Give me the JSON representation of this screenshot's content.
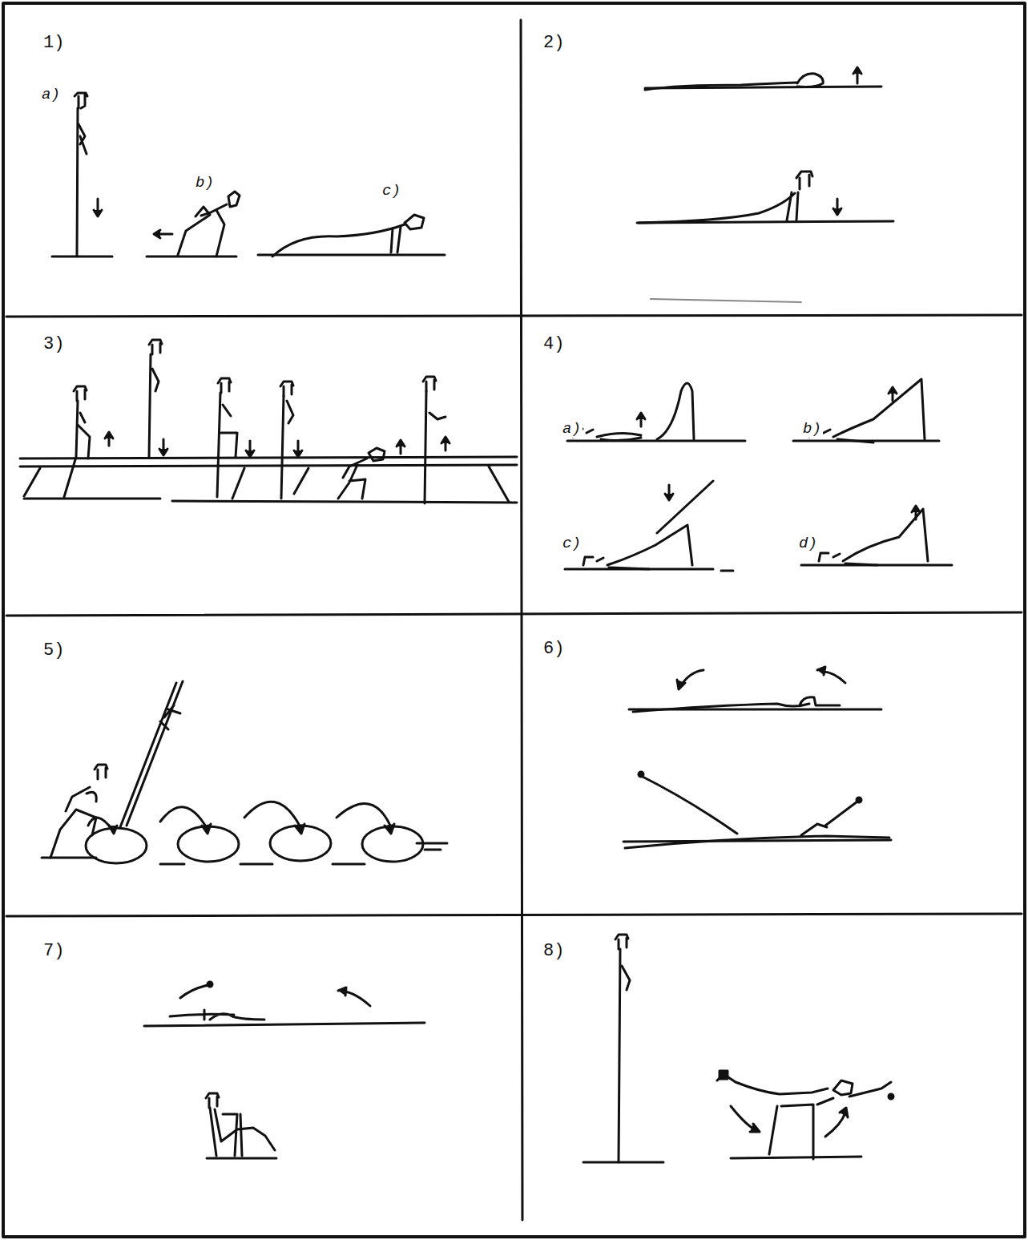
{
  "diagram": {
    "labels": [
      "1)",
      "a)",
      "b)",
      "c)",
      "2)",
      "3)",
      "4)",
      "a)",
      "b)",
      "c)",
      "d)",
      "5)",
      "6)",
      "7)",
      "8)"
    ]
  }
}
